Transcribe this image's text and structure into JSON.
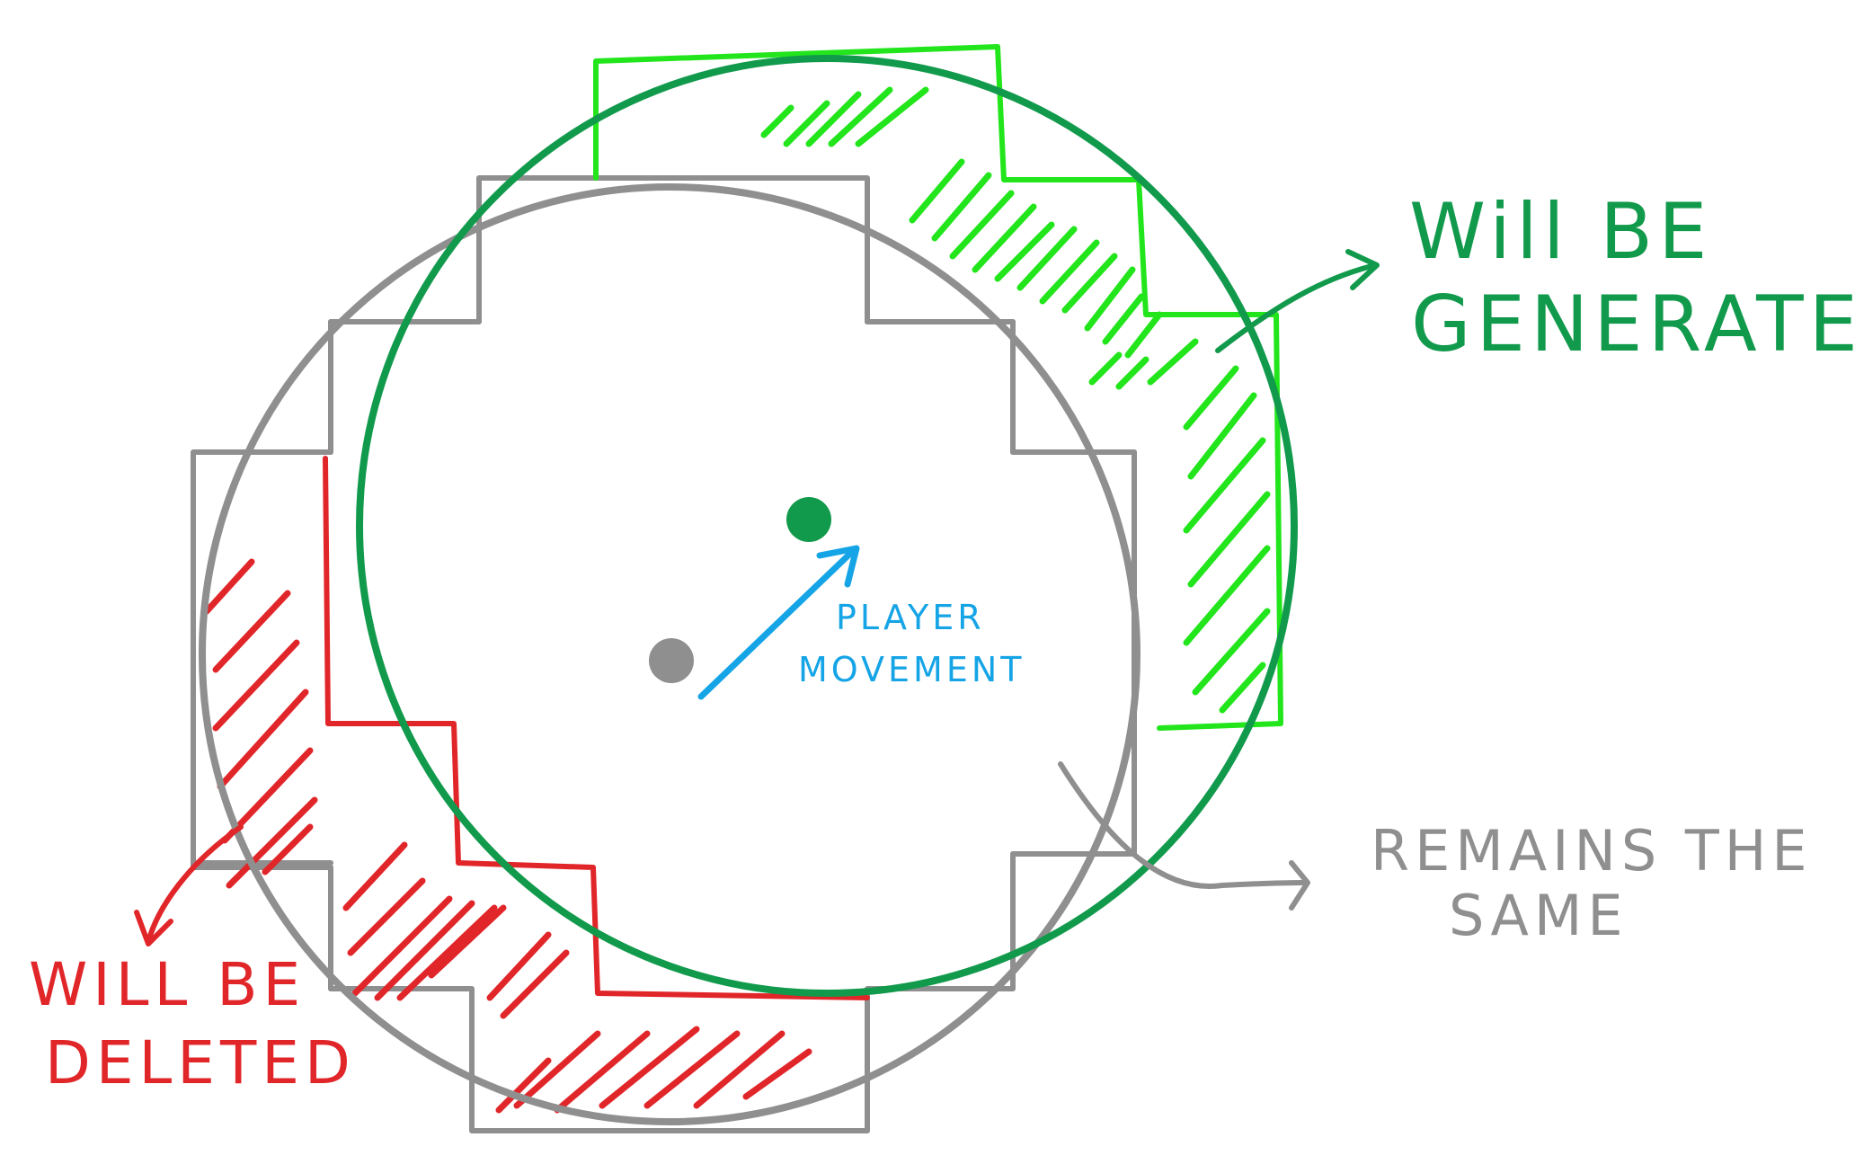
{
  "labels": {
    "generated_line1": "Will BE",
    "generated_line2": "GENERATED",
    "deleted_line1": "WILL BE",
    "deleted_line2": "DELETED",
    "same_line1": "REMAINS THE",
    "same_line2": "SAME",
    "movement_line1": "PLAYER",
    "movement_line2": "MOVEMENT"
  },
  "colors": {
    "generated_light": "#22e51c",
    "generated_dark": "#129a4c",
    "deleted": "#e1262a",
    "same": "#8f8f8f",
    "movement": "#15a4e6",
    "old_player": "#8f8f8f",
    "new_player": "#129a4c"
  }
}
